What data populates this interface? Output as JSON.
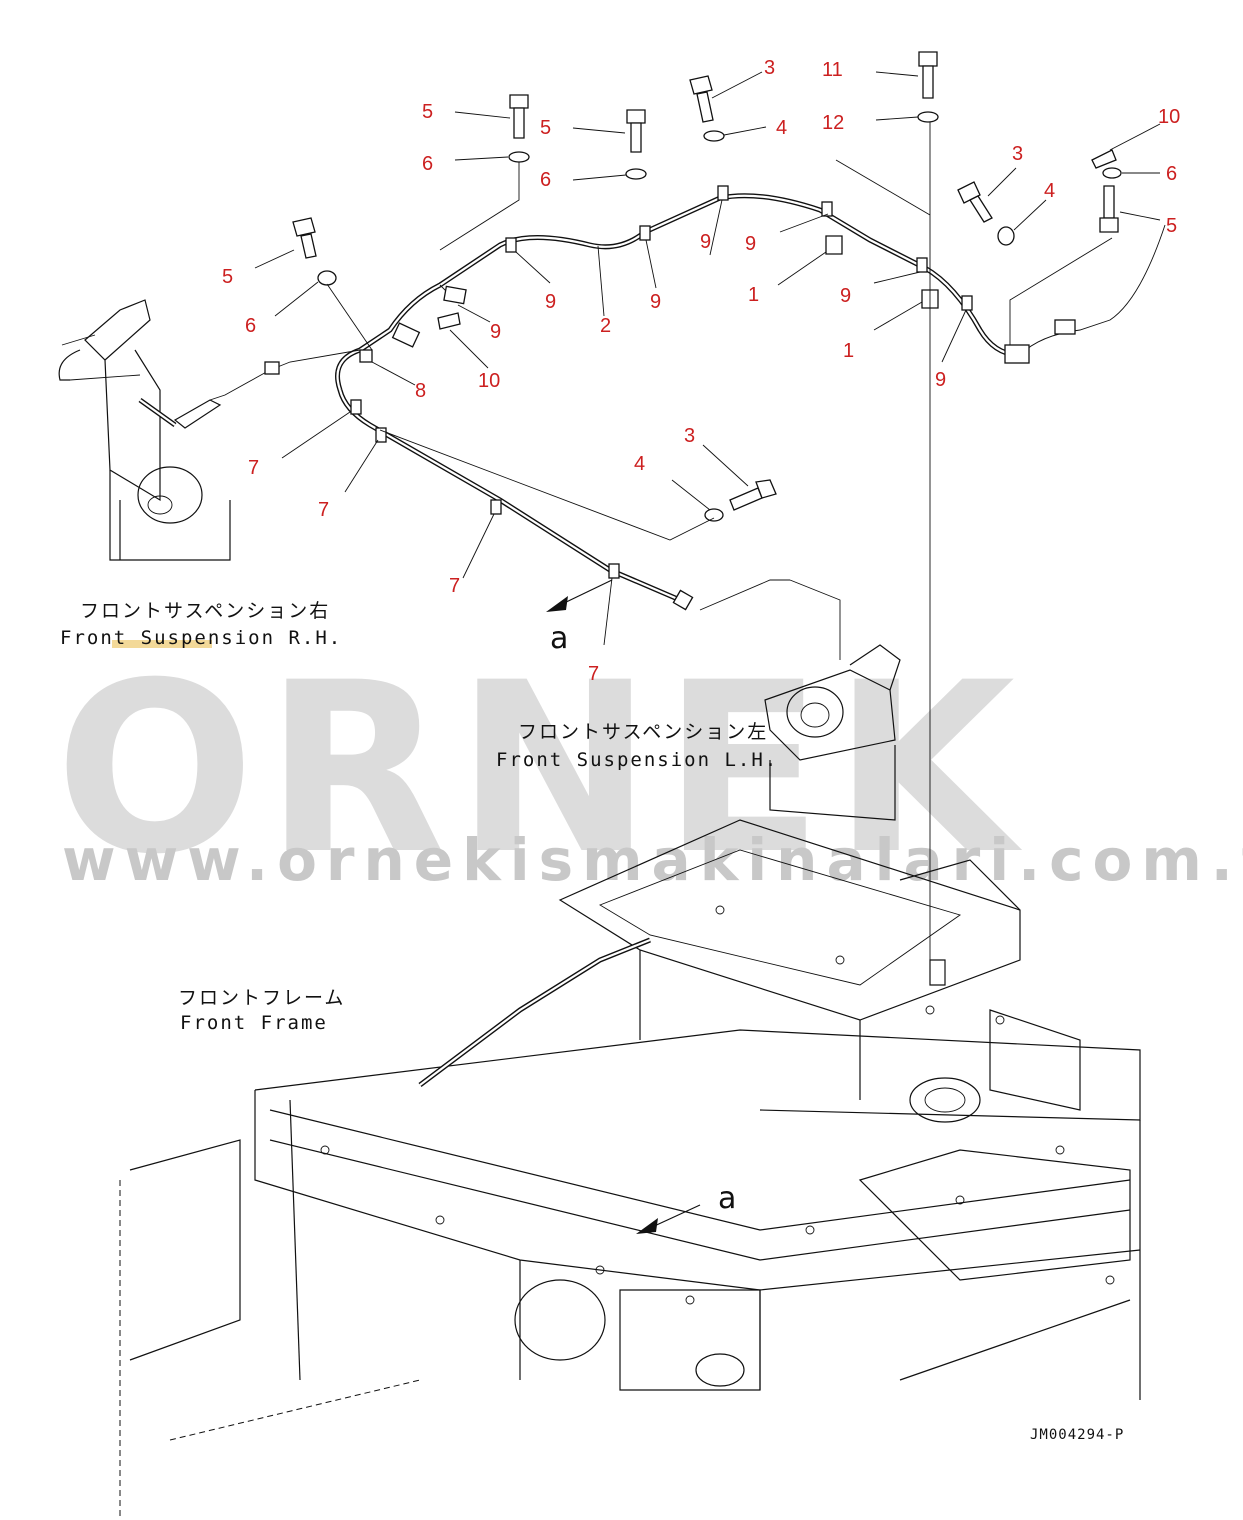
{
  "callouts": {
    "c1": "1",
    "c2": "2",
    "c3": "3",
    "c4": "4",
    "c5": "5",
    "c6": "6",
    "c7": "7",
    "c8": "8",
    "c9": "9",
    "c10": "10",
    "c11": "11",
    "c12": "12"
  },
  "labels": {
    "front_susp_rh_jp": "フロントサスペンション右",
    "front_susp_rh_en": "Front Suspension R.H.",
    "front_susp_lh_jp": "フロントサスペンション左",
    "front_susp_lh_en": "Front Suspension L.H.",
    "front_frame_jp": "フロントフレーム",
    "front_frame_en": "Front Frame",
    "view_a": "a"
  },
  "watermark": {
    "brand": "ORNEK",
    "url": "www.ornekismakinalari.com.tr"
  },
  "drawing_code": "JM004294-P",
  "colors": {
    "callout": "#cc2020",
    "line": "#111111",
    "watermark": "#dcdcdc",
    "highlight": "#f0d080"
  }
}
